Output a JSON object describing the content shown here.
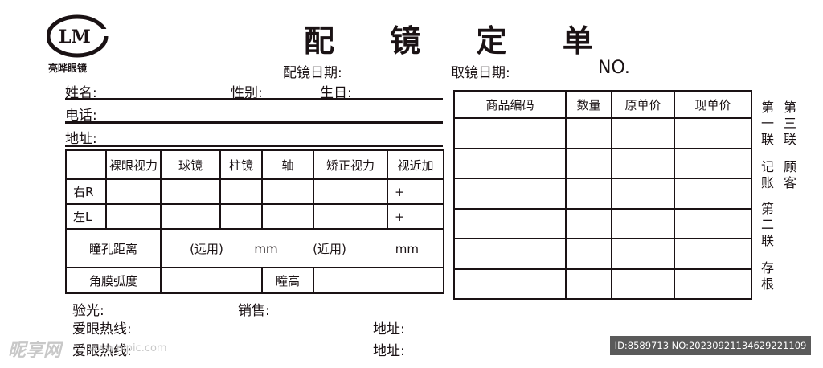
{
  "brand": {
    "logo_text": "LM",
    "name": "亮晔眼镜"
  },
  "title": "配 镜 定 单",
  "header": {
    "order_date": "配镜日期:",
    "pickup_date": "取镜日期:",
    "number": "NO."
  },
  "customer": {
    "name": "姓名:",
    "gender": "性别:",
    "birthday": "生日:",
    "phone": "电话:",
    "address": "地址:"
  },
  "rx_table": {
    "headers": [
      "",
      "裸眼视力",
      "球镜",
      "柱镜",
      "轴",
      "矫正视力",
      "视近加"
    ],
    "rows": [
      {
        "label": "右R",
        "add": "+"
      },
      {
        "label": "左L",
        "add": "+"
      }
    ],
    "pd_label": "瞳孔距离",
    "pd_far": "(远用)",
    "pd_far_unit": "mm",
    "pd_near": "(近用)",
    "pd_near_unit": "mm",
    "curvature_label": "角膜弧度",
    "pupil_height_label": "瞳高"
  },
  "product_table": {
    "headers": [
      "商品编码",
      "数量",
      "原单价",
      "现单价"
    ],
    "row_count": 6
  },
  "copies": {
    "col1": [
      "第一联",
      "记账",
      "第二联",
      "存根"
    ],
    "col2": [
      "第三联",
      "顾客"
    ]
  },
  "footer": {
    "optometry": "验光:",
    "sales": "销售:",
    "hotline1": "爱眼热线:",
    "hotline2": "爱眼热线:",
    "address1": "地址:",
    "address2": "地址:"
  },
  "watermark": {
    "text": "昵享网",
    "url": "www.nipic.com",
    "id": "ID:8589713 NO:20230921134629221109"
  }
}
